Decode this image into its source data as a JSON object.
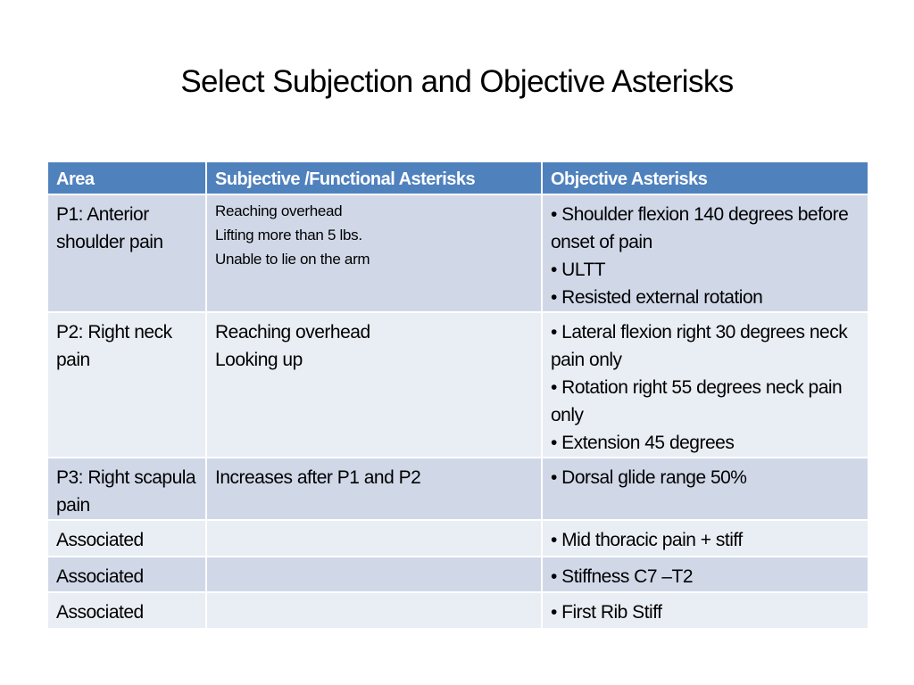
{
  "title": "Select Subjection and Objective Asterisks",
  "table": {
    "headers": [
      "Area",
      "Subjective /Functional Asterisks",
      "Objective Asterisks"
    ],
    "rows": [
      {
        "area": "P1:  Anterior shoulder pain",
        "subjective": [
          "Reaching overhead",
          "Lifting more than 5 lbs.",
          "Unable to lie on the arm"
        ],
        "objective": [
          "• Shoulder flexion 140 degrees before onset of pain",
          "•  ULTT",
          "• Resisted external rotation"
        ]
      },
      {
        "area": "P2:  Right neck pain",
        "subjective": [
          "Reaching overhead",
          "Looking up"
        ],
        "objective": [
          "• Lateral flexion right 30 degrees neck pain only",
          "•  Rotation right 55 degrees neck pain only",
          "•  Extension 45 degrees"
        ]
      },
      {
        "area": "P3:  Right scapula pain",
        "subjective": [
          "Increases after P1 and P2"
        ],
        "objective": [
          "•  Dorsal glide range 50%"
        ]
      },
      {
        "area": "Associated",
        "subjective": [],
        "objective": [
          "•  Mid thoracic pain + stiff"
        ]
      },
      {
        "area": "Associated",
        "subjective": [],
        "objective": [
          "•  Stiffness C7 –T2"
        ]
      },
      {
        "area": "Associated",
        "subjective": [],
        "objective": [
          "•  First Rib Stiff"
        ]
      }
    ]
  },
  "colors": {
    "header": "#4f81bd",
    "row_dark": "#d0d8e8",
    "row_light": "#e9edf4"
  }
}
